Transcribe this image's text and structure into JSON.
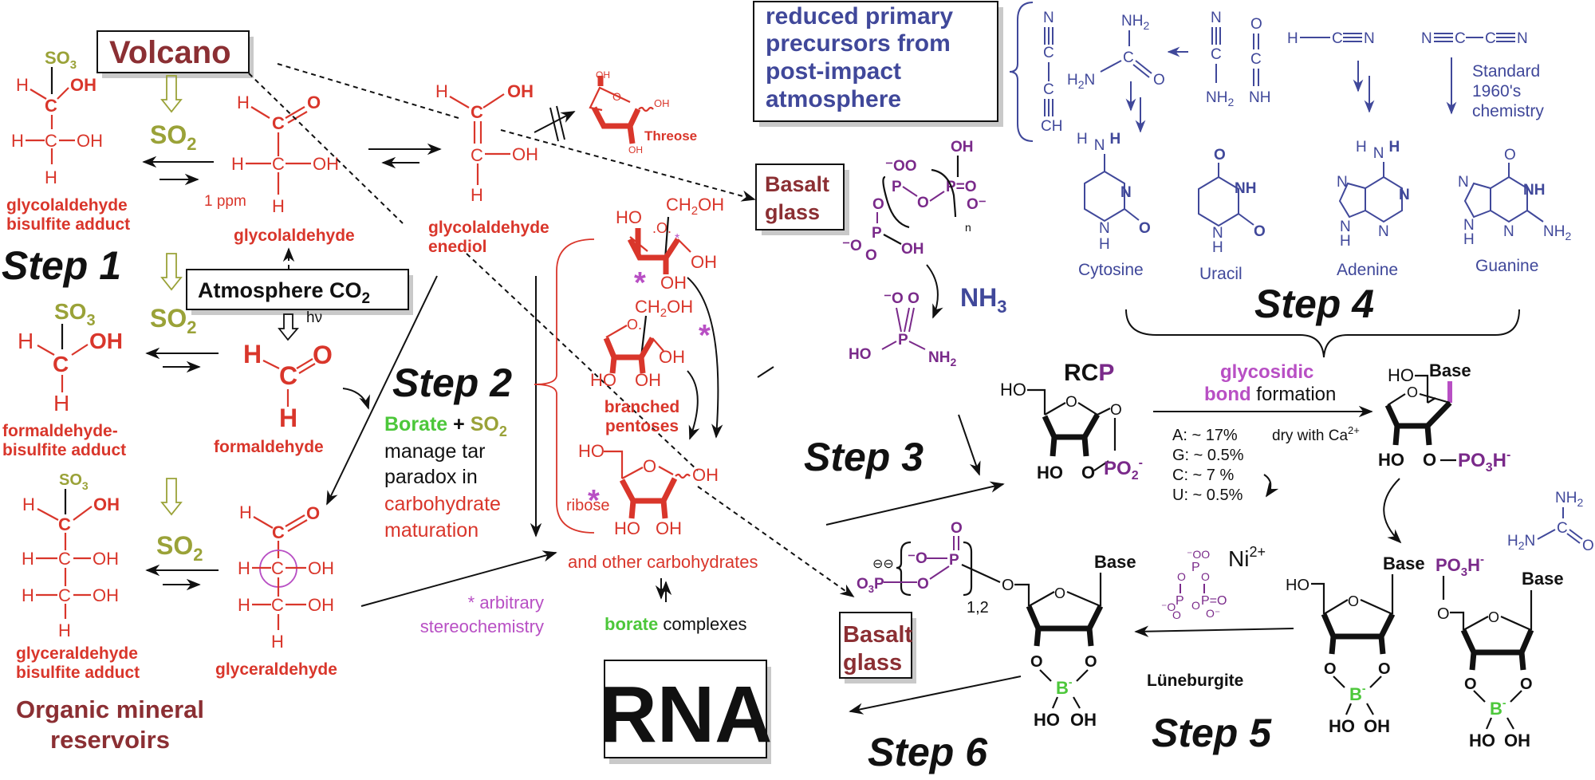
{
  "colors": {
    "organic": "#d9362b",
    "mineral_label": "#8b2f33",
    "sulfur": "#9aa238",
    "nitrogen_chem": "#40489a",
    "phosphate": "#7a2a8a",
    "stereo": "#b84fc4",
    "borate": "#4cc73a",
    "text": "#111111"
  },
  "boxes": {
    "volcano": "Volcano",
    "atmosphere": "Atmosphere CO",
    "atmosphere_sub": "2",
    "precursors": [
      "reduced primary",
      "precursors from",
      "post-impact",
      "atmosphere"
    ],
    "basalt_top": [
      "Basalt",
      "glass"
    ],
    "basalt_bottom": [
      "Basalt",
      "glass"
    ],
    "rna": "RNA"
  },
  "steps": {
    "step1": "Step 1",
    "step2": "Step 2",
    "step3": "Step 3",
    "step4": "Step 4",
    "step5": "Step 5",
    "step6": "Step 6"
  },
  "reagents": {
    "so2": "SO",
    "so2_sub": "2",
    "so3": "SO",
    "so3_sub": "3",
    "hv": "hν",
    "ppm": "1 ppm",
    "nh3": "NH",
    "nh3_sub": "3",
    "ni": "Ni",
    "ni_sup": "2+",
    "luneburgite": "Lüneburgite",
    "dry_ca": "dry with Ca",
    "dry_ca_sup": "2+",
    "n_repeat": "n",
    "repeat_12": "1,2"
  },
  "molecules": {
    "glycolaldehyde_bisulfite": [
      "glycolaldehyde",
      "bisulfite adduct"
    ],
    "glycolaldehyde": "glycolaldehyde",
    "glycolaldehyde_enediol": [
      "glycolaldehyde",
      "enediol"
    ],
    "threose": "Threose",
    "formaldehyde_bisulfite": [
      "formaldehyde-",
      "bisulfite adduct"
    ],
    "formaldehyde": "formaldehyde",
    "glyceraldehyde_bisulfite": [
      "glyceraldehyde",
      "bisulfite adduct"
    ],
    "glyceraldehyde": "glyceraldehyde",
    "branched_pentoses": [
      "branched",
      "pentoses"
    ],
    "ribose": "ribose",
    "other_carbohydrates": "and other carbohydrates",
    "borate_complexes_a": "borate",
    "borate_complexes_b": " complexes",
    "rcp": "RC",
    "rcp_p": "P",
    "bases": [
      "Cytosine",
      "Uracil",
      "Adenine",
      "Guanine"
    ],
    "base_label": "Base"
  },
  "annotations": {
    "organic_reservoirs": [
      "Organic mineral",
      "reservoirs"
    ],
    "step2_text": {
      "borate": "Borate",
      "plus": " + ",
      "so2": "SO",
      "so2_sub": "2",
      "lines_black": [
        "manage tar",
        "paradox in"
      ],
      "lines_red": [
        "carbohydrate",
        "maturation"
      ]
    },
    "arbitrary": [
      "* arbitrary",
      "stereochemistry"
    ],
    "standard_chem": [
      "Standard",
      "1960's",
      "chemistry"
    ],
    "glycosidic": [
      "glycosidic",
      "bond"
    ],
    "formation": " formation",
    "yields": [
      "A: ~ 17%",
      "G: ~ 0.5%",
      "C: ~ 7 %",
      "U: ~ 0.5%"
    ]
  }
}
